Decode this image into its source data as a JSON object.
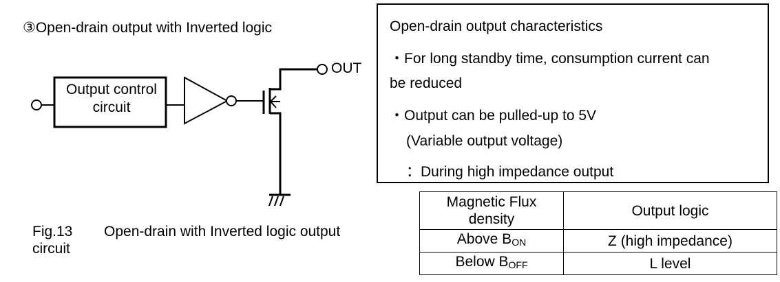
{
  "section_title": "③Open-drain output with Inverted logic",
  "circuit": {
    "block_label_line1": "Output control",
    "block_label_line2": "circuit",
    "output_terminal_label": "OUT",
    "components": [
      "input-terminal",
      "output-control-circuit-block",
      "inverter-with-bubble",
      "n-channel-mosfet",
      "output-terminal",
      "ground-symbol"
    ]
  },
  "caption": {
    "number": "Fig.13",
    "description": "Open-drain with Inverted logic output",
    "continuation": "circuit"
  },
  "characteristics": {
    "title": "Open-drain output characteristics",
    "lines": [
      "・For long standby time, consumption current can",
      "be reduced",
      "・Output can be pulled-up to 5V",
      "(Variable output voltage)",
      "：During high impedance output"
    ]
  },
  "logic_table": {
    "headers": [
      "Magnetic Flux density",
      "Output logic"
    ],
    "header_line1": "Magnetic Flux",
    "header_line2": "density",
    "rows": [
      {
        "condition": "Above B",
        "subscript": "ON",
        "output": "Z (high impedance)"
      },
      {
        "condition": "Below B",
        "subscript": "OFF",
        "output": "L level"
      }
    ]
  }
}
